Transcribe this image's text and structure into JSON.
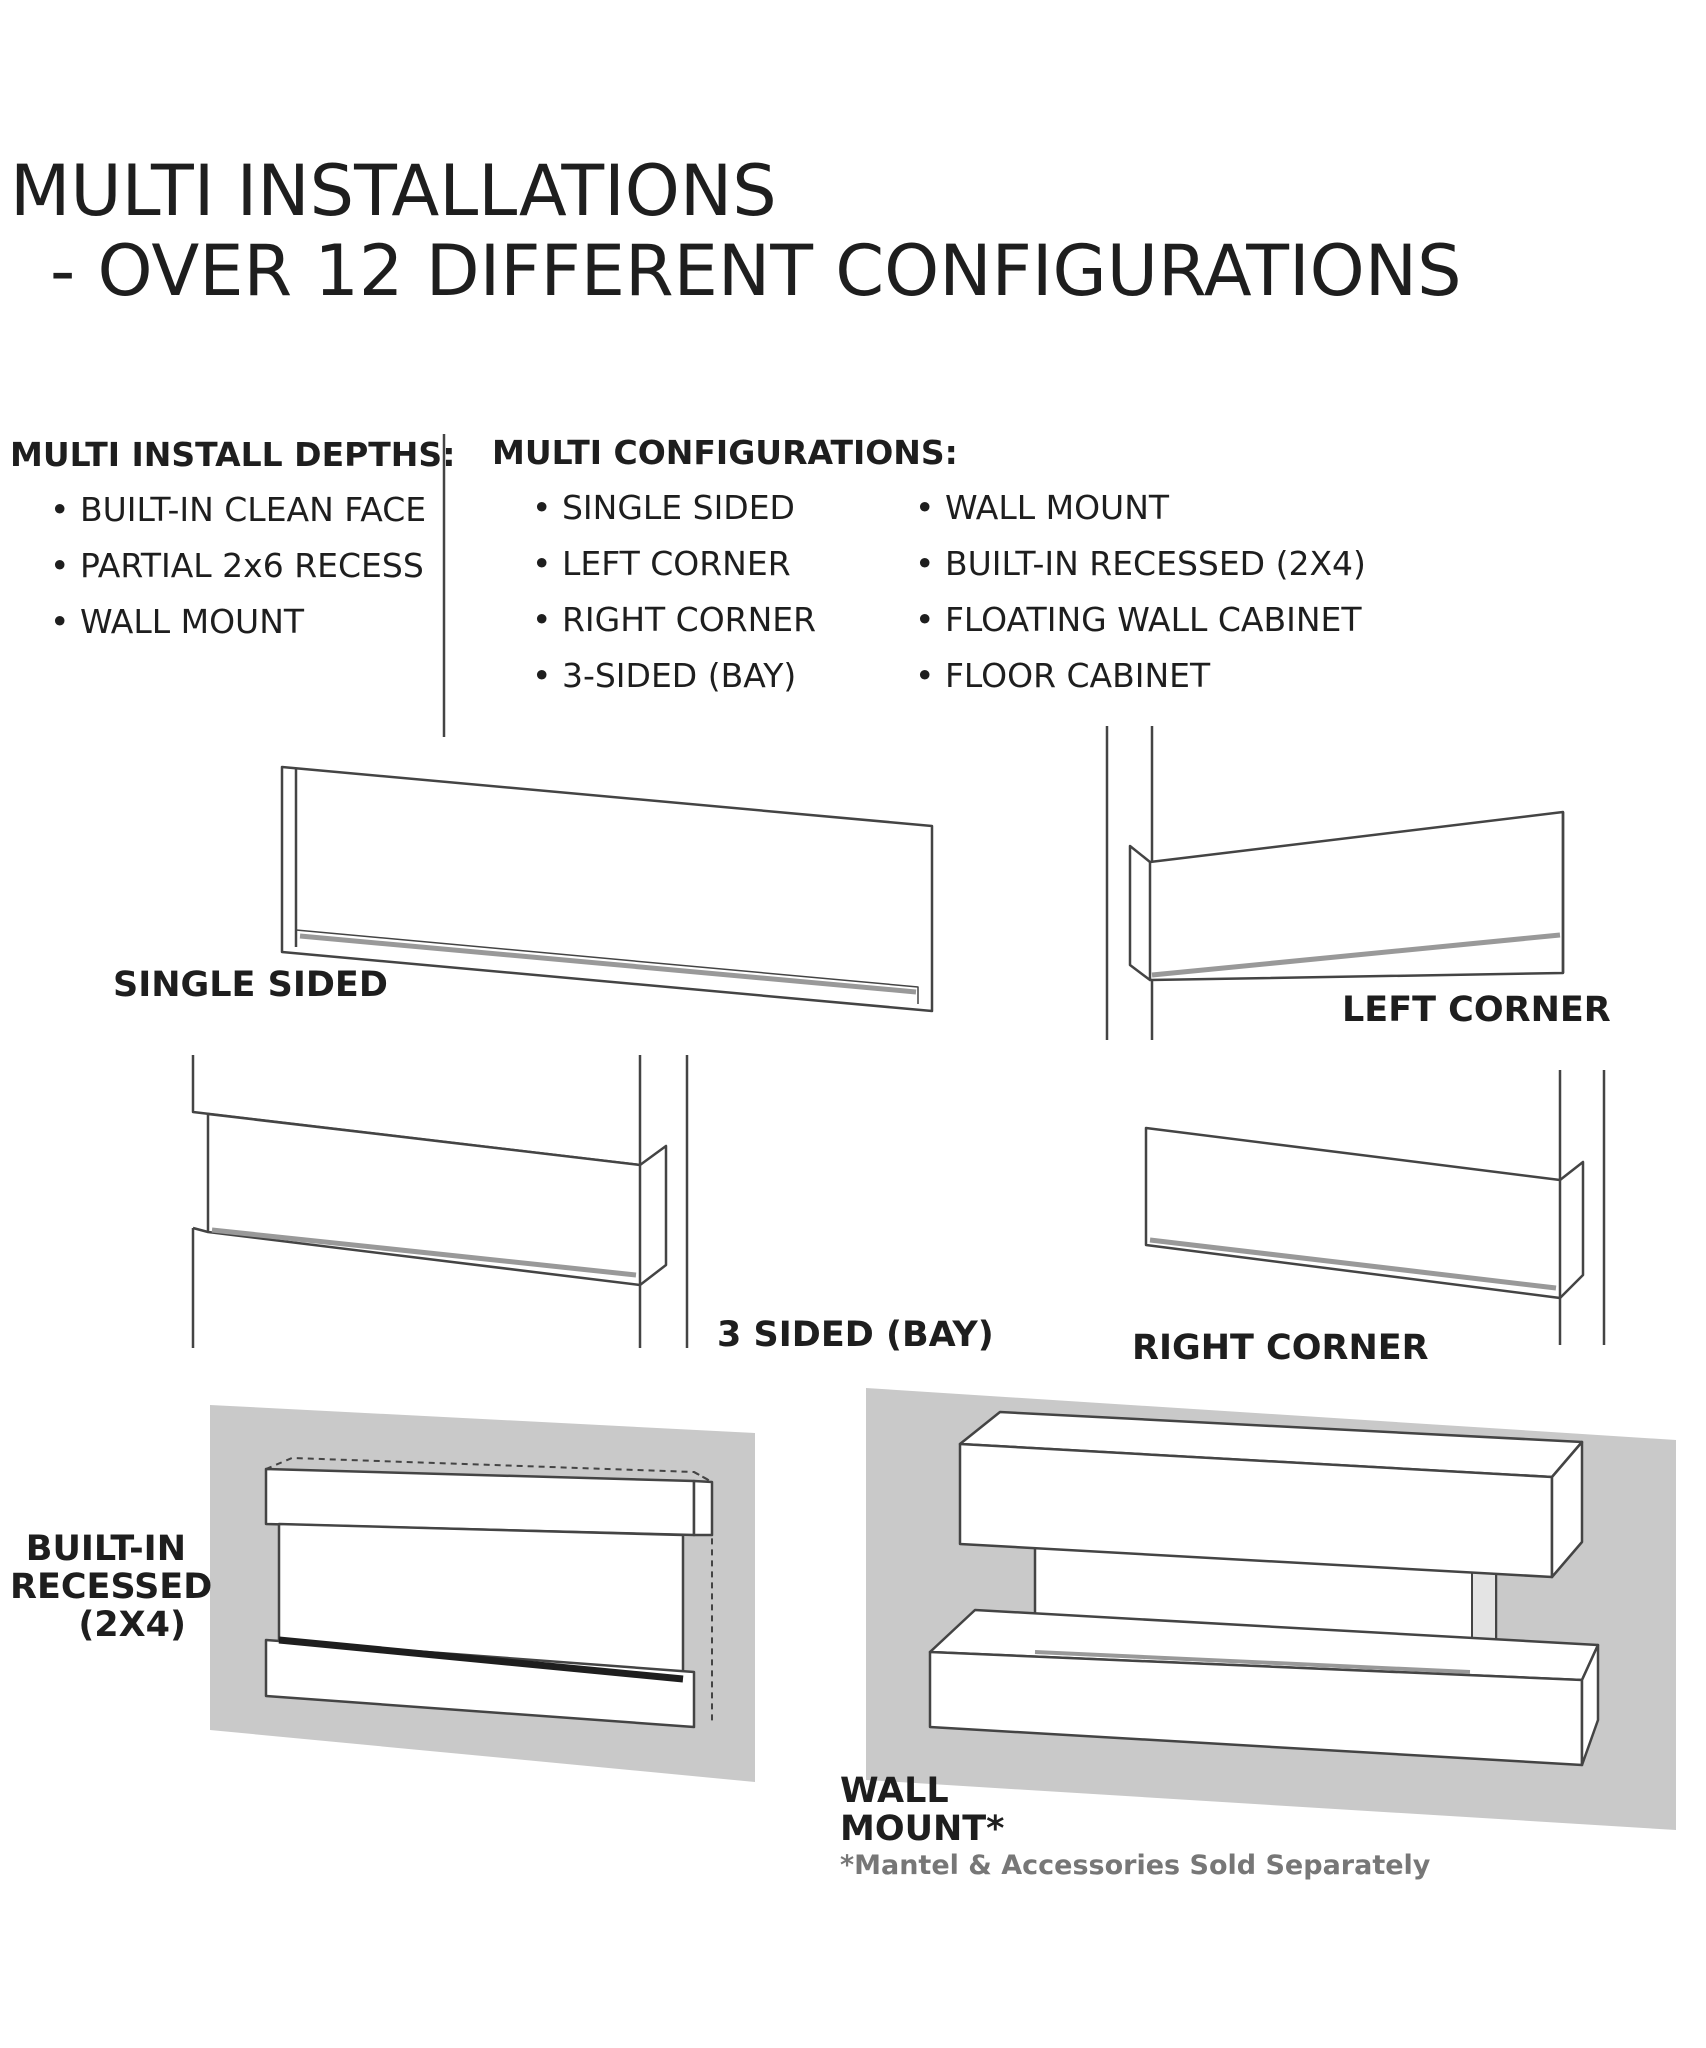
{
  "title": {
    "line1": "MULTI INSTALLATIONS",
    "line2": "- OVER 12 DIFFERENT CONFIGURATIONS"
  },
  "depths": {
    "heading": "MULTI INSTALL DEPTHS:",
    "items": [
      "• BUILT-IN CLEAN FACE",
      "• PARTIAL 2x6 RECESS",
      "• WALL MOUNT"
    ]
  },
  "configurations": {
    "heading": "MULTI CONFIGURATIONS:",
    "col1": [
      "• SINGLE SIDED",
      "• LEFT CORNER",
      "• RIGHT CORNER",
      "• 3-SIDED (BAY)"
    ],
    "col2": [
      "• WALL MOUNT",
      "• BUILT-IN RECESSED (2X4)",
      "• FLOATING WALL CABINET",
      "• FLOOR CABINET"
    ]
  },
  "labels": {
    "single_sided": "SINGLE SIDED",
    "left_corner": "LEFT CORNER",
    "three_sided": "3 SIDED (BAY)",
    "right_corner": "RIGHT CORNER",
    "built_in_line1": "BUILT-IN",
    "built_in_line2": "RECESSED",
    "built_in_line3": "(2X4)",
    "wall_mount_line1": "WALL",
    "wall_mount_line2": "MOUNT*",
    "footnote": "*Mantel & Accessories Sold Separately"
  },
  "colors": {
    "line": "#444444",
    "wall_gray": "#c9c9c9",
    "text": "#1e1e1e"
  }
}
